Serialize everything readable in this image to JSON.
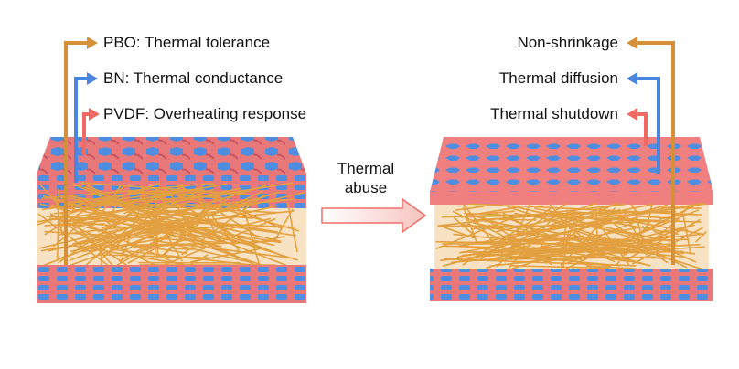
{
  "left_labels": [
    {
      "text": "PBO: Thermal tolerance",
      "color": "#d4913a"
    },
    {
      "text": "BN: Thermal conductance",
      "color": "#4a86de"
    },
    {
      "text": "PVDF: Overheating response",
      "color": "#f06a63"
    }
  ],
  "right_labels": [
    {
      "text": "Non-shrinkage",
      "color": "#d4913a"
    },
    {
      "text": "Thermal diffusion",
      "color": "#4a86de"
    },
    {
      "text": "Thermal shutdown",
      "color": "#f06a63"
    }
  ],
  "transition": {
    "line1": "Thermal",
    "line2": "abuse"
  },
  "colors": {
    "pvdf": "#f07a78",
    "bn": "#4f8de0",
    "pbo": "#e3a040"
  }
}
